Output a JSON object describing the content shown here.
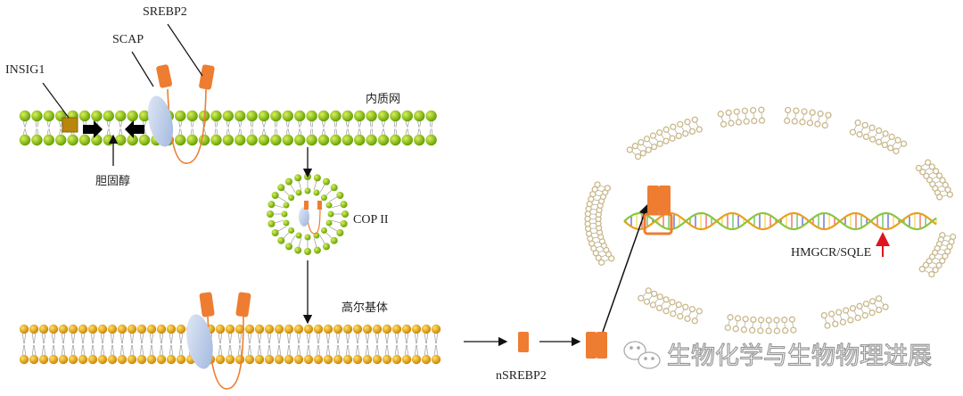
{
  "labels": {
    "insig1": "INSIG1",
    "scap": "SCAP",
    "srebp2": "SREBP2",
    "er": "内质网",
    "cholesterol": "胆固醇",
    "copii": "COP II",
    "golgi": "高尔基体",
    "nsrebp2": "nSREBP2",
    "target_genes": "HMGCR/SQLE"
  },
  "watermark": {
    "icon": "wechat-icon",
    "text": "生物化学与生物物理进展"
  },
  "colors": {
    "er_lipid": "#8fc21a",
    "golgi_lipid": "#e5a50a",
    "nuclear_lipid": "#d8c9a0",
    "srebp": "#ee7d31",
    "scap": "#b7c8e6",
    "insig": "#b8860b",
    "upregulation_arrow": "#e0141e"
  }
}
